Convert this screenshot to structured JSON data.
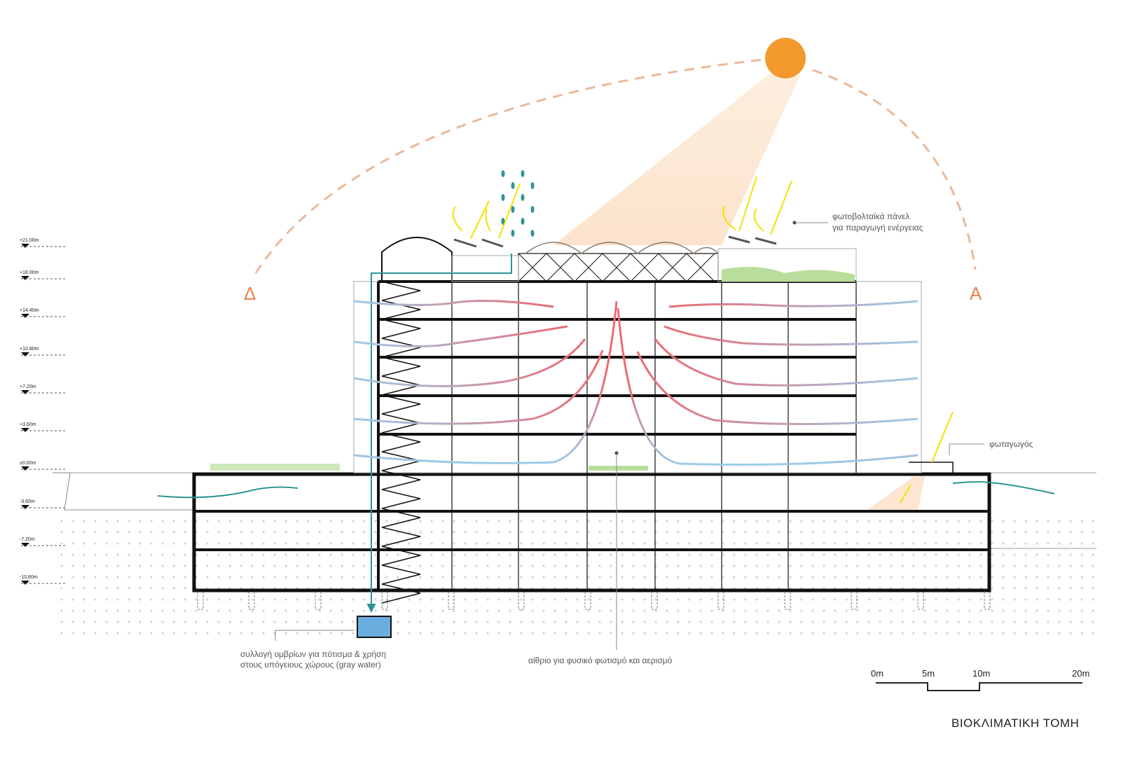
{
  "levels": [
    "+21.00m",
    "+18.00m",
    "+14.40m",
    "+10.80m",
    "+7.20m",
    "+3.60m",
    "±0.00m",
    "-3.60m",
    "-7.20m",
    "-10.80m"
  ],
  "direction_labels": {
    "west": "Δ",
    "east": "Α"
  },
  "annotations": {
    "pv_line1": "φωτοβολταϊκά πάνελ",
    "pv_line2": "για παραγωγή ενέργειας",
    "lightwell": "φωταγωγός",
    "rain_line1": "συλλογή ομβρίων για πότισμα & χρήση",
    "rain_line2": "στους υπόγειους χώρους (gray water)",
    "atrium": "αίθριο για φυσικό φωτισμό και αερισμό"
  },
  "scale_bar": {
    "labels": [
      "0m",
      "5m",
      "10m",
      "20m"
    ]
  },
  "title": "ΒΙΟΚΛΙΜΑΤΙΚΗ ΤΟΜΗ",
  "colors": {
    "sun": "#F39A2E",
    "arc": "#EBB898",
    "warm_air": "#EC6B72",
    "cool_air": "#9CCBEA",
    "water": "#2E9494",
    "tank": "#6AAEE0",
    "pv_ray": "#F2E200",
    "green": "#B9DE9B"
  }
}
